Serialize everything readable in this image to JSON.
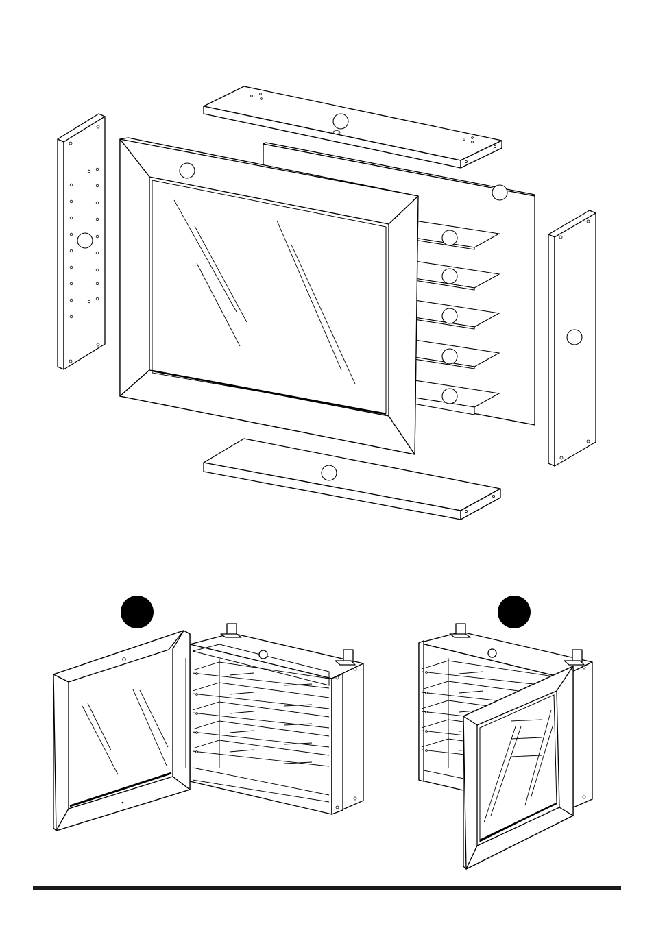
{
  "diagram": {
    "exploded_view": {
      "parts": [
        "top-panel",
        "left-side-panel",
        "door-frame",
        "back-panel",
        "glass-shelves",
        "right-side-panel",
        "bottom-panel"
      ],
      "shelf_count": 5
    },
    "assembled_views": [
      {
        "badge_color": "#000000",
        "door": "open-left"
      },
      {
        "badge_color": "#000000",
        "door": "open-right"
      }
    ],
    "footer_rule_color": "#1a1a1a"
  }
}
